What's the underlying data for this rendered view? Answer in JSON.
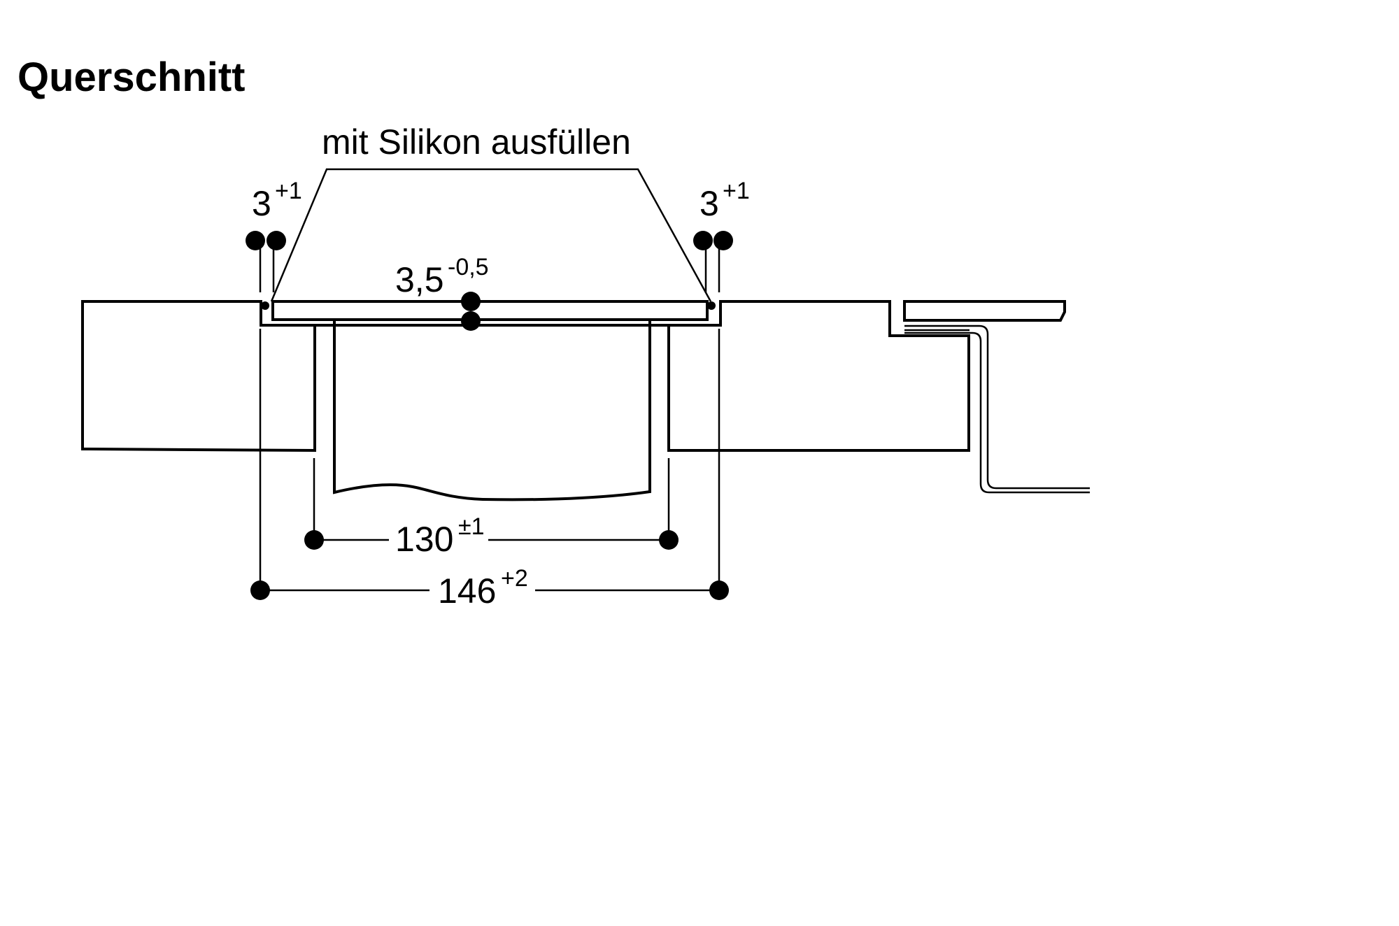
{
  "diagram": {
    "title": "Querschnitt",
    "silicone_note": "mit Silikon ausfüllen",
    "gap_left": {
      "value": "3",
      "tolerance": "+1"
    },
    "gap_right": {
      "value": "3",
      "tolerance": "+1"
    },
    "thickness": {
      "value": "3,5",
      "tolerance": "-0,5"
    },
    "inner_width": {
      "value": "130",
      "tolerance": "±1"
    },
    "outer_width": {
      "value": "146",
      "tolerance": "+2"
    },
    "colors": {
      "ink": "#000000",
      "background": "#ffffff"
    }
  }
}
